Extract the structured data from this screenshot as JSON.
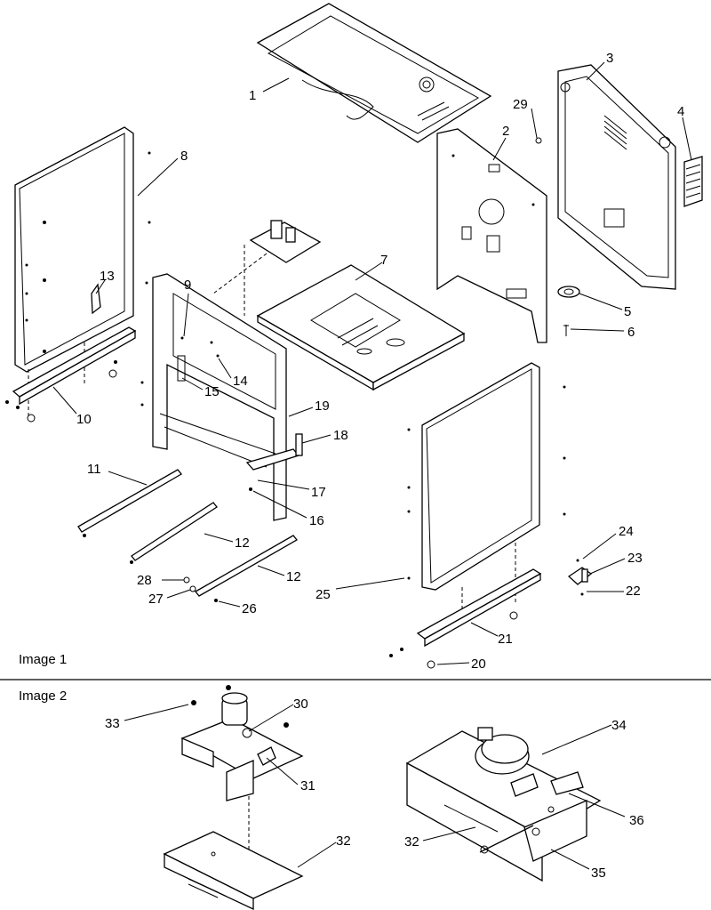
{
  "sections": [
    "Image 1",
    "Image 2"
  ],
  "callouts": [
    "1",
    "2",
    "3",
    "4",
    "5",
    "6",
    "7",
    "8",
    "9",
    "10",
    "11",
    "12",
    "12",
    "13",
    "14",
    "15",
    "16",
    "17",
    "18",
    "19",
    "20",
    "21",
    "22",
    "23",
    "24",
    "25",
    "26",
    "27",
    "28",
    "29",
    "30",
    "31",
    "32",
    "32",
    "33",
    "34",
    "35",
    "36"
  ]
}
